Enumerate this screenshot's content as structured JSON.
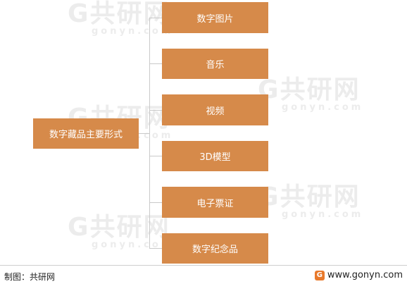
{
  "root": {
    "label": "数字藏品主要形式"
  },
  "children": [
    {
      "label": "数字图片"
    },
    {
      "label": "音乐"
    },
    {
      "label": "视频"
    },
    {
      "label": "3D模型"
    },
    {
      "label": "电子票证"
    },
    {
      "label": "数字纪念品"
    }
  ],
  "watermark": {
    "brand": "共研网",
    "domain": "gonyn.com"
  },
  "footer": {
    "source": "制图：共研网",
    "site": "www.gonyn.com",
    "logo_letter": "G"
  },
  "colors": {
    "node": "#d68a4a",
    "connector": "#c9c9c9",
    "logo": "#e8792b"
  }
}
